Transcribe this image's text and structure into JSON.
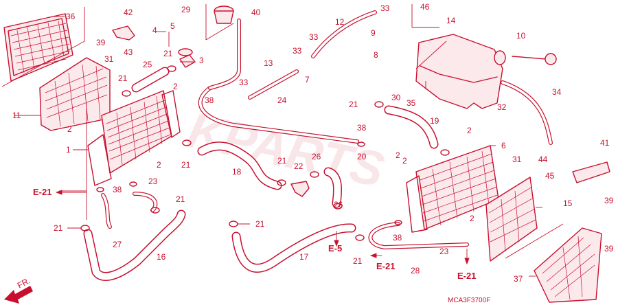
{
  "diagram": {
    "watermark": "KPARTS",
    "code": "MCA3F3700F",
    "front_marker": "FR.",
    "refs": [
      "E-21",
      "E-5",
      "E-21",
      "E-21"
    ],
    "callouts": [
      "36",
      "42",
      "29",
      "40",
      "33",
      "46",
      "39",
      "5",
      "4",
      "43",
      "12",
      "9",
      "14",
      "31",
      "21",
      "3",
      "25",
      "33",
      "33",
      "8",
      "10",
      "21",
      "2",
      "13",
      "7",
      "11",
      "33",
      "38",
      "30",
      "34",
      "21",
      "35",
      "32",
      "24",
      "19",
      "2",
      "38",
      "2",
      "2",
      "6",
      "1",
      "21",
      "2",
      "18",
      "21",
      "22",
      "26",
      "2",
      "20",
      "31",
      "41",
      "44",
      "45",
      "38",
      "23",
      "39",
      "21",
      "26",
      "15",
      "21",
      "27",
      "21",
      "2",
      "16",
      "17",
      "38",
      "23",
      "21",
      "28",
      "37",
      "39"
    ]
  }
}
